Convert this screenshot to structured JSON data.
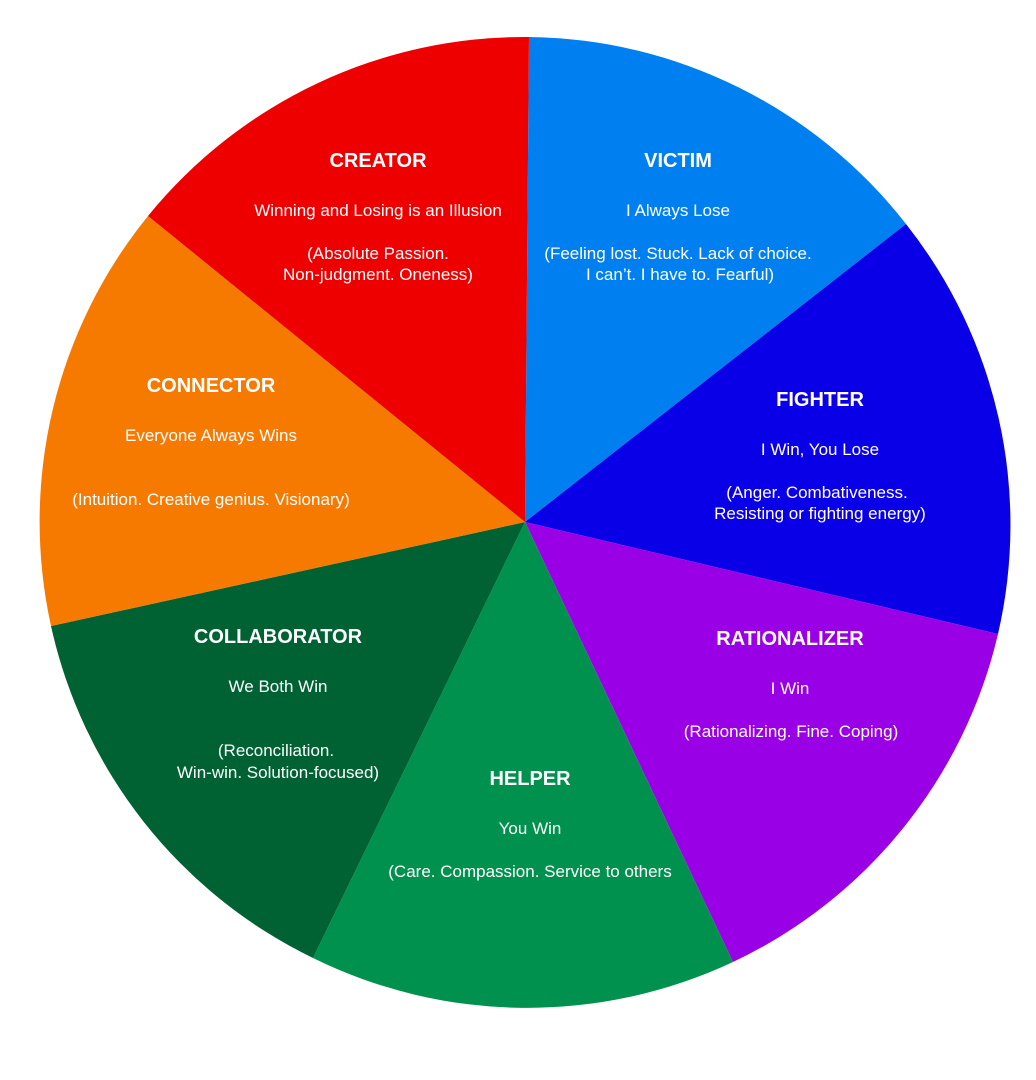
{
  "segments": [
    {
      "id": "victim",
      "title": "VICTIM",
      "subtitle": "I Always Lose",
      "desc": [
        "(Feeling lost. Stuck. Lack of choice.",
        "I can’t. I have to. Fearful)"
      ],
      "color": "#0080f0"
    },
    {
      "id": "fighter",
      "title": "FIGHTER",
      "subtitle": "I Win, You Lose",
      "desc": [
        "(Anger. Combativeness.",
        "Resisting or fighting energy)"
      ],
      "color": "#0a00e8"
    },
    {
      "id": "rationalizer",
      "title": "RATIONALIZER",
      "subtitle": "I Win",
      "desc": [
        "(Rationalizing. Fine. Coping)"
      ],
      "color": "#9a00e6"
    },
    {
      "id": "helper",
      "title": "HELPER",
      "subtitle": "You Win",
      "desc": [
        "(Care. Compassion. Service to others"
      ],
      "color": "#00914e"
    },
    {
      "id": "collaborator",
      "title": "COLLABORATOR",
      "subtitle": "We Both Win",
      "desc": [
        "(Reconciliation.",
        "Win-win. Solution-focused)"
      ],
      "color": "#006233"
    },
    {
      "id": "connector",
      "title": "CONNECTOR",
      "subtitle": "Everyone Always Wins",
      "desc": [
        "(Intuition. Creative genius. Visionary)"
      ],
      "color": "#f77a00"
    },
    {
      "id": "creator",
      "title": "CREATOR",
      "subtitle": "Winning and Losing is an Illusion",
      "desc": [
        "(Absolute Passion.",
        "Non-judgment. Oneness)"
      ],
      "color": "#ee0000"
    }
  ]
}
